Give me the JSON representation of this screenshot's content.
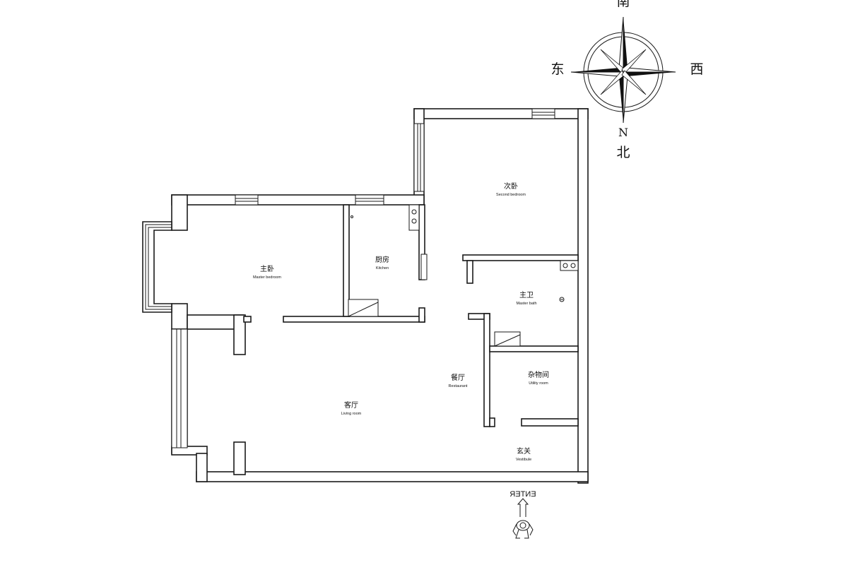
{
  "compass": {
    "south": "南",
    "east": "东",
    "west": "西",
    "north_letter": "N",
    "north": "北"
  },
  "rooms": [
    {
      "id": "second-bedroom",
      "zh": "次卧",
      "en": "Second bedroom"
    },
    {
      "id": "kitchen",
      "zh": "厨房",
      "en": "Kitchen"
    },
    {
      "id": "master-bedroom",
      "zh": "主卧",
      "en": "Master bedroom"
    },
    {
      "id": "master-bath",
      "zh": "主卫",
      "en": "Master bath"
    },
    {
      "id": "restaurant",
      "zh": "餐厅",
      "en": "Restaurant"
    },
    {
      "id": "utility-room",
      "zh": "杂物间",
      "en": "Utility room"
    },
    {
      "id": "living-room",
      "zh": "客厅",
      "en": "Living room"
    },
    {
      "id": "vestibule",
      "zh": "玄关",
      "en": "Vestibule"
    }
  ],
  "entrance": {
    "label": "ENTER",
    "icon": "person-walking-icon"
  }
}
